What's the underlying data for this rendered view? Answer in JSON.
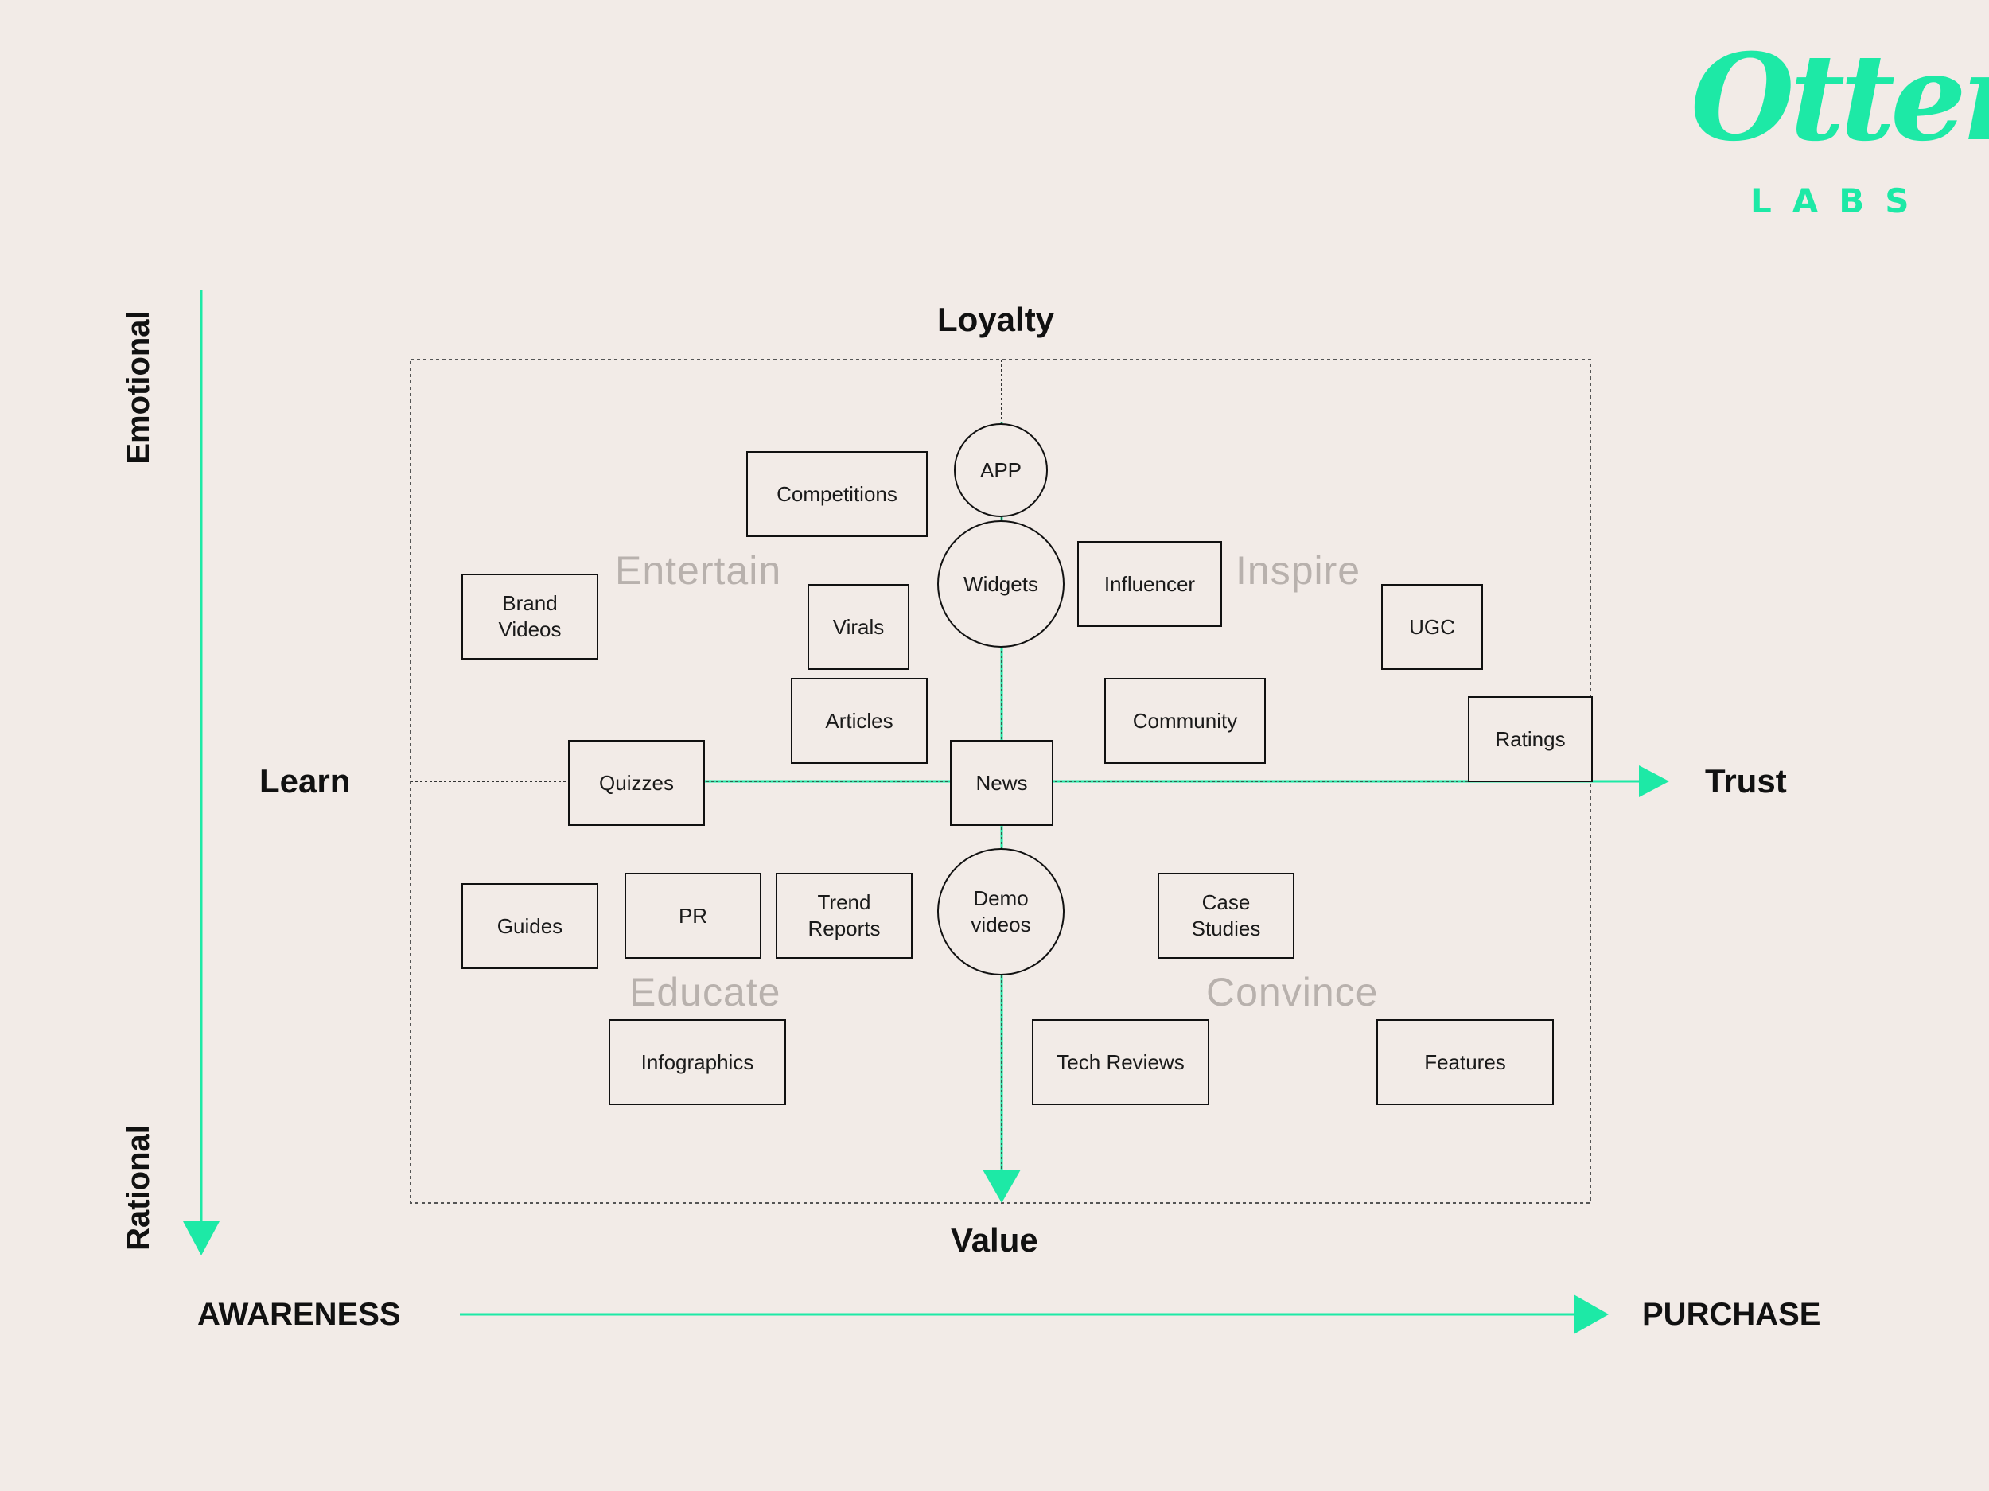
{
  "brand": {
    "logo_word": "Otter",
    "logo_sub": "LABS",
    "accent_color": "#1de9a6"
  },
  "axes": {
    "top": "Loyalty",
    "bottom": "Value",
    "left": "Learn",
    "right": "Trust",
    "vertical_top": "Emotional",
    "vertical_bottom": "Rational",
    "funnel_start": "AWARENESS",
    "funnel_end": "PURCHASE"
  },
  "quadrants": {
    "top_left": "Entertain",
    "top_right": "Inspire",
    "bottom_left": "Educate",
    "bottom_right": "Convince"
  },
  "items": {
    "competitions": "Competitions",
    "app": "APP",
    "brand_videos": "Brand\nVideos",
    "virals": "Virals",
    "widgets": "Widgets",
    "influencer": "Influencer",
    "ugc": "UGC",
    "articles": "Articles",
    "community": "Community",
    "ratings": "Ratings",
    "quizzes": "Quizzes",
    "news": "News",
    "guides": "Guides",
    "pr": "PR",
    "trend_reports": "Trend\nReports",
    "demo_videos": "Demo\nvideos",
    "case_studies": "Case\nStudies",
    "infographics": "Infographics",
    "tech_reviews": "Tech Reviews",
    "features": "Features"
  }
}
